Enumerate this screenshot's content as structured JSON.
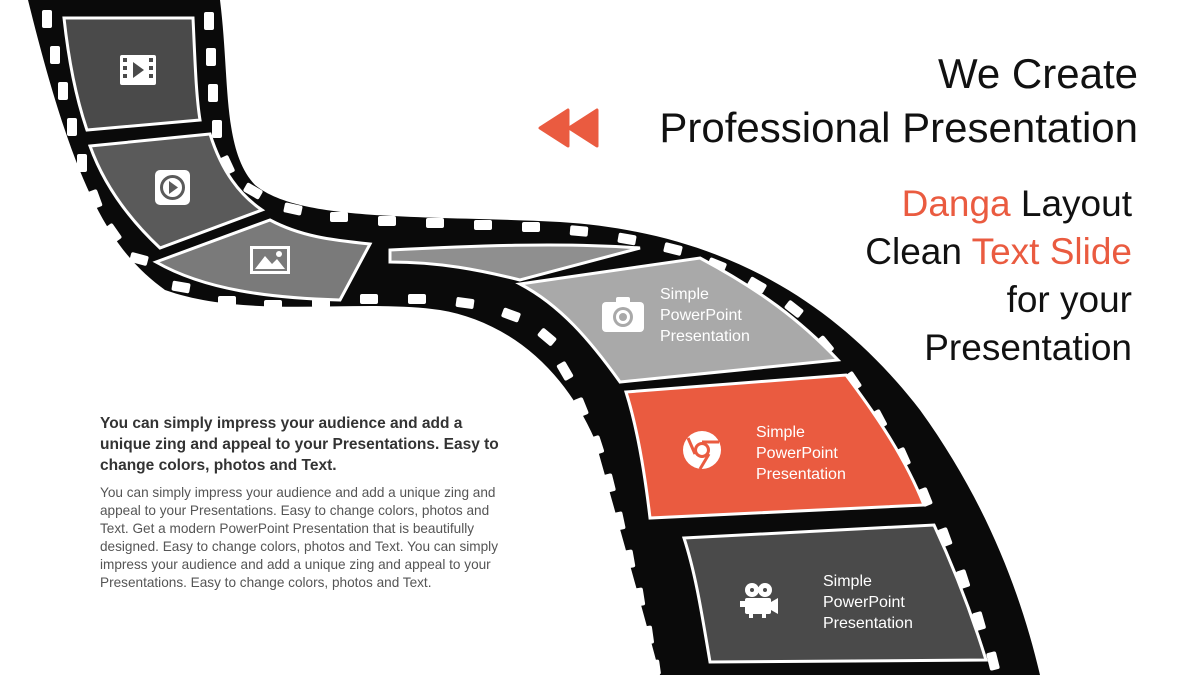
{
  "title": {
    "line1": "We Create",
    "line2": "Professional Presentation"
  },
  "subtitle": {
    "line1_accent": "Danga",
    "line1_rest": " Layout",
    "line2_start": "Clean ",
    "line2_accent": "Text Slide",
    "line3": "for your",
    "line4": "Presentation"
  },
  "body": {
    "bold": "You can simply impress your audience and add a unique zing and appeal to your Presentations. Easy to change colors, photos and Text.",
    "text": "You can simply impress your audience and add a unique zing and appeal to your Presentations. Easy to change colors, photos and Text.  Get a modern PowerPoint Presentation that is beautifully designed. Easy to change colors, photos and Text.  You can simply impress your audience and add a unique zing and appeal to your Presentations. Easy to change colors, photos and Text."
  },
  "frames": [
    {
      "icon": "video-file-icon",
      "color": "#4a4a4a"
    },
    {
      "icon": "play-button-icon",
      "color": "#5a5a5a"
    },
    {
      "icon": "picture-icon",
      "color": "#7a7a7a"
    },
    {
      "icon": "none",
      "color": "#8f8f8f"
    },
    {
      "icon": "camera-icon",
      "color": "#a9a9a9",
      "label": [
        "Simple",
        "PowerPoint",
        "Presentation"
      ]
    },
    {
      "icon": "chrome-icon",
      "color": "#ea5b40",
      "label": [
        "Simple",
        "PowerPoint",
        "Presentation"
      ]
    },
    {
      "icon": "movie-camera-icon",
      "color": "#4a4a4a",
      "label": [
        "Simple",
        "PowerPoint",
        "Presentation"
      ]
    }
  ],
  "colors": {
    "accent": "#ea5b40",
    "film": "#0a0a0a",
    "text": "#111111"
  }
}
